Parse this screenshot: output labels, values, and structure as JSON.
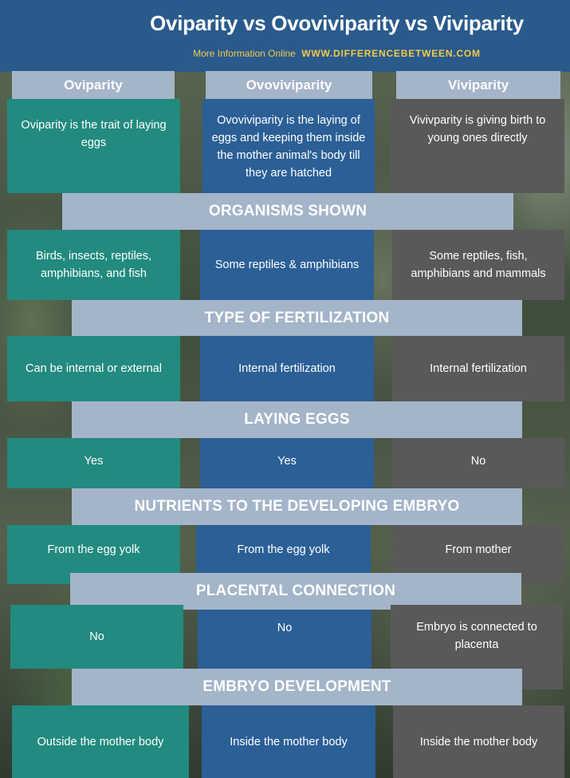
{
  "header": {
    "title": "Oviparity vs Ovoviviparity vs Viviparity",
    "more_info": "More Information Online",
    "site": "WWW.DIFFERENCEBETWEEN.COM"
  },
  "columns": [
    "Oviparity",
    "Ovoviviparity",
    "Viviparity"
  ],
  "definitions": [
    "Oviparity is the trait of laying eggs",
    "Ovoviviparity is the laying of eggs and keeping them inside the mother animal's body till they are hatched",
    "Vivivparity is giving birth to young ones directly"
  ],
  "sections": [
    {
      "title": "ORGANISMS SHOWN",
      "values": [
        "Birds, insects, reptiles, amphibians, and fish",
        "Some reptiles & amphibians",
        "Some reptiles, fish, amphibians and mammals"
      ]
    },
    {
      "title": "TYPE OF FERTILIZATION",
      "values": [
        "Can be internal or external",
        "Internal fertilization",
        "Internal fertilization"
      ]
    },
    {
      "title": "LAYING EGGS",
      "values": [
        "Yes",
        "Yes",
        "No"
      ]
    },
    {
      "title": "NUTRIENTS TO THE DEVELOPING EMBRYO",
      "values": [
        "From the egg yolk",
        "From the egg yolk",
        "From mother"
      ]
    },
    {
      "title": "PLACENTAL CONNECTION",
      "values": [
        "No",
        "No",
        "Embryo is connected to placenta"
      ]
    },
    {
      "title": "EMBRYO DEVELOPMENT",
      "values": [
        "Outside the mother body",
        "Inside the mother body",
        "Inside the mother body"
      ]
    }
  ],
  "colors": {
    "teal": "#228a7e",
    "blue": "#2b5f96",
    "gray": "#595959",
    "band": "#a4b4c9",
    "header": "#2a5a8c",
    "site": "#f2c94c"
  }
}
